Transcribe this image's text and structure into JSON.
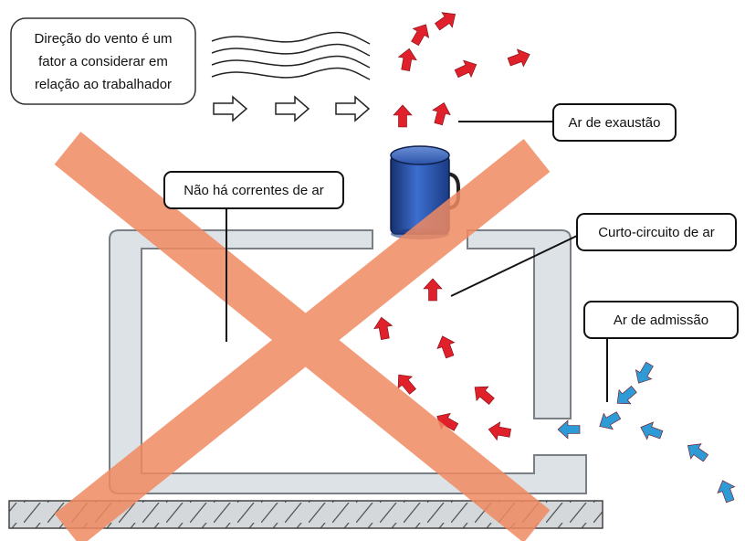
{
  "callouts": {
    "wind_line1": "Direção do vento é um",
    "wind_line2": "fator a considerar em",
    "wind_line3": "relação ao trabalhador",
    "exhaust": "Ar de exaustão",
    "no_drafts": "Não há correntes de ar",
    "short_circuit": "Curto-circuito de ar",
    "intake": "Ar de admissão"
  },
  "colors": {
    "exhaust_arrow": "#e0202a",
    "intake_arrow": "#2e9ad6",
    "cross": "#f08a62",
    "enclosure": "#dde2e6",
    "enclosure_stroke": "#7a7f85",
    "fan_body": "#2b53a8",
    "floor": "#cfd3d6"
  },
  "icons": {
    "wind": "wind-lines-icon",
    "wind_direction": "hollow-arrow-right-icon",
    "fan": "exhaust-fan-canister-icon",
    "prohibition": "cross-out-icon"
  }
}
